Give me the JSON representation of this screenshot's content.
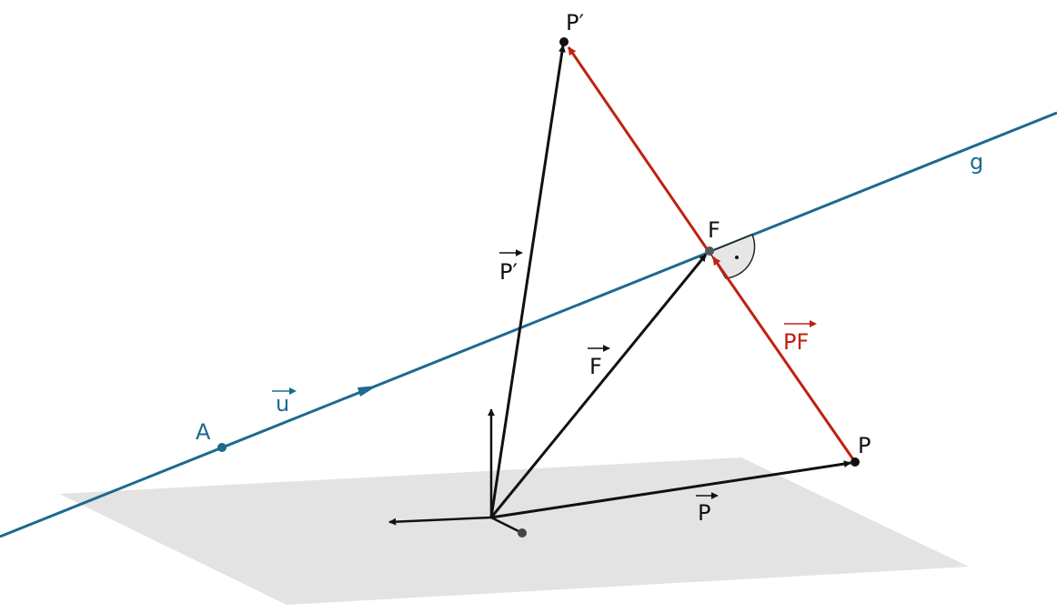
{
  "colors": {
    "line_g": "#1a6b8f",
    "vector_pf": "#c0210f",
    "vectors": "#111111",
    "plane_fill": "#e3e3e3",
    "angle_fill": "#e6e6e6"
  },
  "labels": {
    "p_prime": "P′",
    "p": "P",
    "f": "F",
    "a": "A",
    "g": "g",
    "vec_p_prime": "P′",
    "vec_f": "F",
    "vec_p": "P",
    "vec_u": "u",
    "vec_pf": "PF"
  }
}
